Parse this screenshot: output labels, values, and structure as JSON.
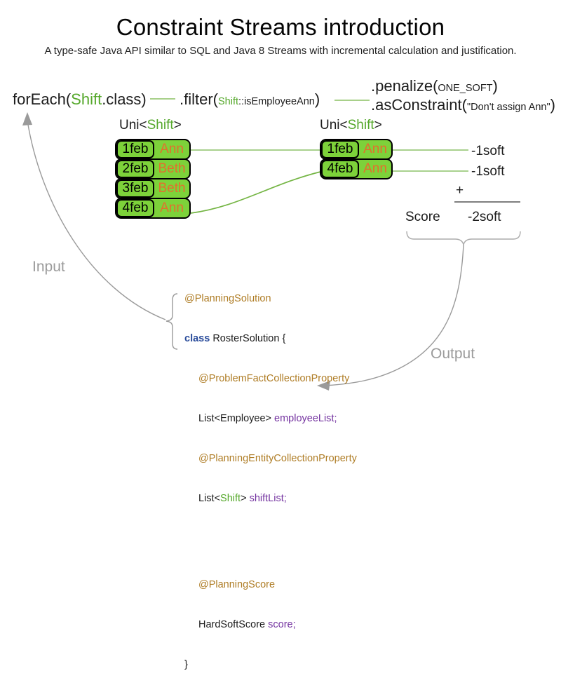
{
  "title": "Constraint Streams introduction",
  "subtitle": "A type-safe Java API similar to SQL and Java 8 Streams with incremental calculation and justification.",
  "stream": {
    "forEach": {
      "prefix": "forEach(",
      "class_name": "Shift",
      "suffix": ".class)"
    },
    "filter": {
      "prefix": ".filter(",
      "class_name": "Shift",
      "method_ref": "::isEmployeeAnn",
      "suffix": ")"
    },
    "penalize": {
      "prefix": ".penalize(",
      "arg": "ONE_SOFT",
      "suffix": ")"
    },
    "as_constraint": {
      "prefix": ".asConstraint(",
      "arg": "\"Don't assign Ann\"",
      "suffix": ")"
    }
  },
  "input_table": {
    "type_prefix": "Uni<",
    "type_param": "Shift",
    "type_suffix": ">",
    "rows": [
      {
        "date": "1feb",
        "name": "Ann"
      },
      {
        "date": "2feb",
        "name": "Beth"
      },
      {
        "date": "3feb",
        "name": "Beth"
      },
      {
        "date": "4feb",
        "name": "Ann"
      }
    ]
  },
  "output_table": {
    "type_prefix": "Uni<",
    "type_param": "Shift",
    "type_suffix": ">",
    "rows": [
      {
        "date": "1feb",
        "name": "Ann"
      },
      {
        "date": "4feb",
        "name": "Ann"
      }
    ]
  },
  "penalties": [
    "-1soft",
    "-1soft"
  ],
  "score": {
    "plus": "+",
    "label": "Score",
    "value": "-2soft"
  },
  "flow_labels": {
    "input": "Input",
    "output": "Output"
  },
  "code": {
    "annotation_solution": "@PlanningSolution",
    "keyword_class": "class",
    "class_decl": " RosterSolution {",
    "annotation_problem_fact": "@ProblemFactCollectionProperty",
    "field1_type": "List<Employee> ",
    "field1_name": "employeeList;",
    "annotation_planning_entity": "@PlanningEntityCollectionProperty",
    "field2_type_prefix": "List<",
    "field2_type_param": "Shift",
    "field2_type_suffix": "> ",
    "field2_name": "shiftList;",
    "annotation_planning_score": "@PlanningScore",
    "field3_type": "HardSoftScore ",
    "field3_name": "score;",
    "closing_brace": "}"
  },
  "colors": {
    "green_text": "#55a82b",
    "green_fill": "#7dd23a",
    "orange_text": "#e2702d",
    "annotation_brown": "#af7d26",
    "keyword_blue": "#2a4c9b",
    "field_purple": "#7433a0",
    "line_light_green": "#a9d18e",
    "line_green": "#74b544",
    "connector_green": "#8cc063",
    "arrow_gray": "#9a9a9a",
    "sum_line_gray": "#7f7f7f"
  }
}
